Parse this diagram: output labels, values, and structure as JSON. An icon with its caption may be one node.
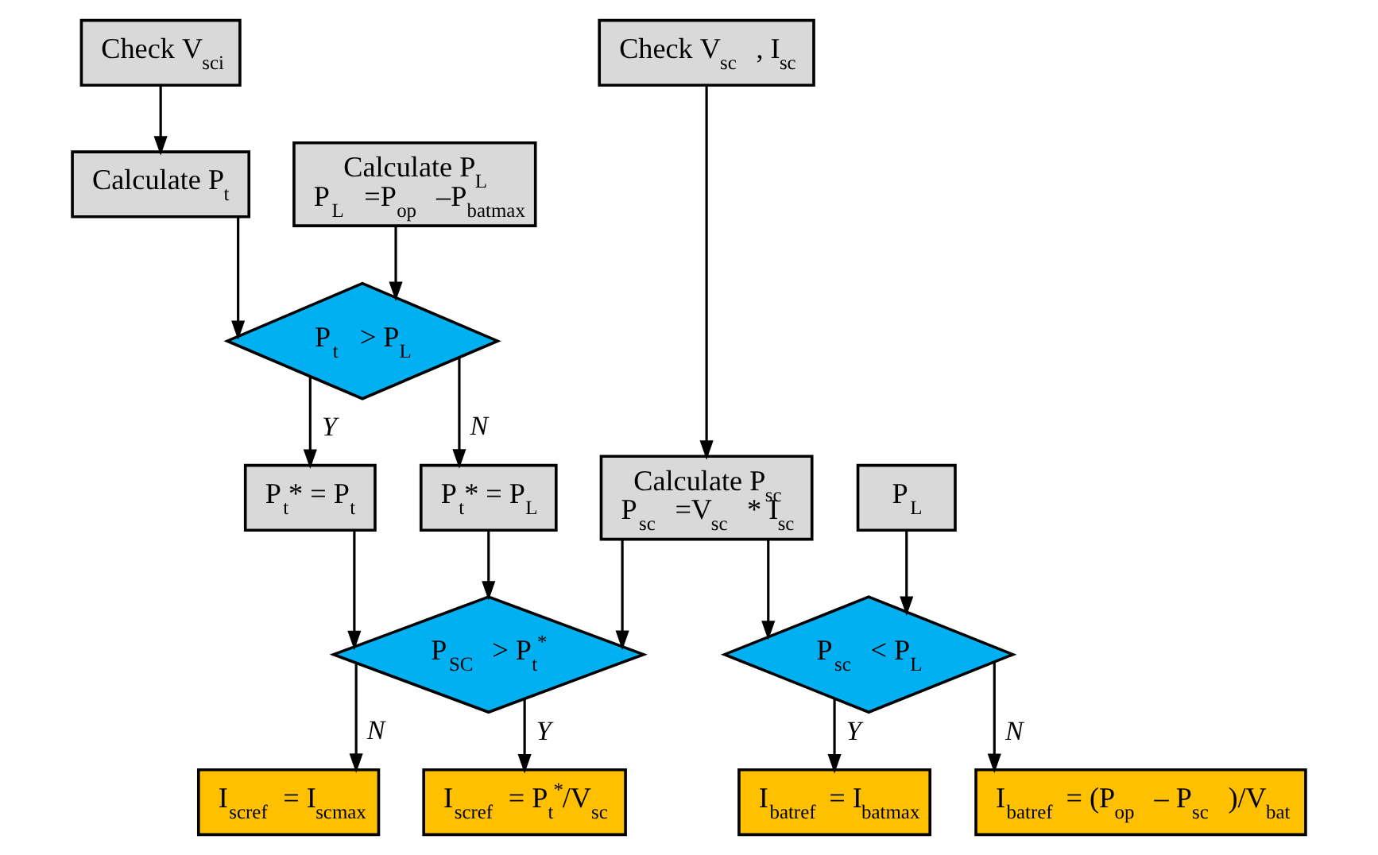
{
  "diagram": {
    "nodes": [
      {
        "text": [
          "Check V$_{sci}$"
        ]
      },
      {
        "text": [
          "Calculate P$_{t}$"
        ]
      },
      {
        "text": [
          "Calculate P$_{L}$",
          "P$_{L}$ =P$_{op}$ –P$_{batmax}$"
        ]
      },
      {
        "text": [
          "Check V$_{sc}$ , I$_{sc}$"
        ]
      },
      {
        "text": [
          "P$_{t}$ > P$_{L}$"
        ]
      },
      {
        "text": [
          "P$_{t}$* = P$_{t}$"
        ]
      },
      {
        "text": [
          "P$_{t}$* = P$_{L}$"
        ]
      },
      {
        "text": [
          "Calculate P$_{sc}$",
          "P$_{sc}$ =V$_{sc}$ * I$_{sc}$"
        ]
      },
      {
        "text": [
          "P$_{L}$"
        ]
      },
      {
        "text": [
          "P$_{SC}$ > P$_{t}$$^{*}$"
        ]
      },
      {
        "text": [
          "P$_{sc}$ < P$_{L}$"
        ]
      },
      {
        "text": [
          "I$_{scref}$ = I$_{scmax}$"
        ]
      },
      {
        "text": [
          "I$_{scref}$ = P$_{t}$$^{*}$/V$_{sc}$"
        ]
      },
      {
        "text": [
          "I$_{batref}$ = I$_{batmax}$"
        ]
      },
      {
        "text": [
          "I$_{batref}$ = (P$_{op}$ – P$_{sc}$ )/V$_{bat}$"
        ]
      }
    ],
    "edges": [
      {
        "from": 0,
        "to": 1,
        "arrow": "to"
      },
      {
        "from": 1,
        "to": 4,
        "arrow": "to"
      },
      {
        "from": 2,
        "to": 4,
        "arrow": "to"
      },
      {
        "from": 4,
        "to": 5,
        "arrow": "to",
        "label": "Y"
      },
      {
        "from": 4,
        "to": 6,
        "arrow": "to",
        "label": "N"
      },
      {
        "from": 3,
        "to": 7,
        "arrow": "to"
      },
      {
        "from": 5,
        "to": 9,
        "arrow": "to"
      },
      {
        "from": 6,
        "to": 9,
        "arrow": "to"
      },
      {
        "from": 7,
        "to": 9,
        "arrow": "to"
      },
      {
        "from": 7,
        "to": 10,
        "arrow": "to"
      },
      {
        "from": 8,
        "to": 10,
        "arrow": "to"
      },
      {
        "from": 9,
        "to": 11,
        "arrow": "to",
        "label": "N"
      },
      {
        "from": 9,
        "to": 12,
        "arrow": "to",
        "label": "Y"
      },
      {
        "from": 10,
        "to": 13,
        "arrow": "to",
        "label": "Y"
      },
      {
        "from": 10,
        "to": 14,
        "arrow": "to",
        "label": "N"
      }
    ]
  }
}
